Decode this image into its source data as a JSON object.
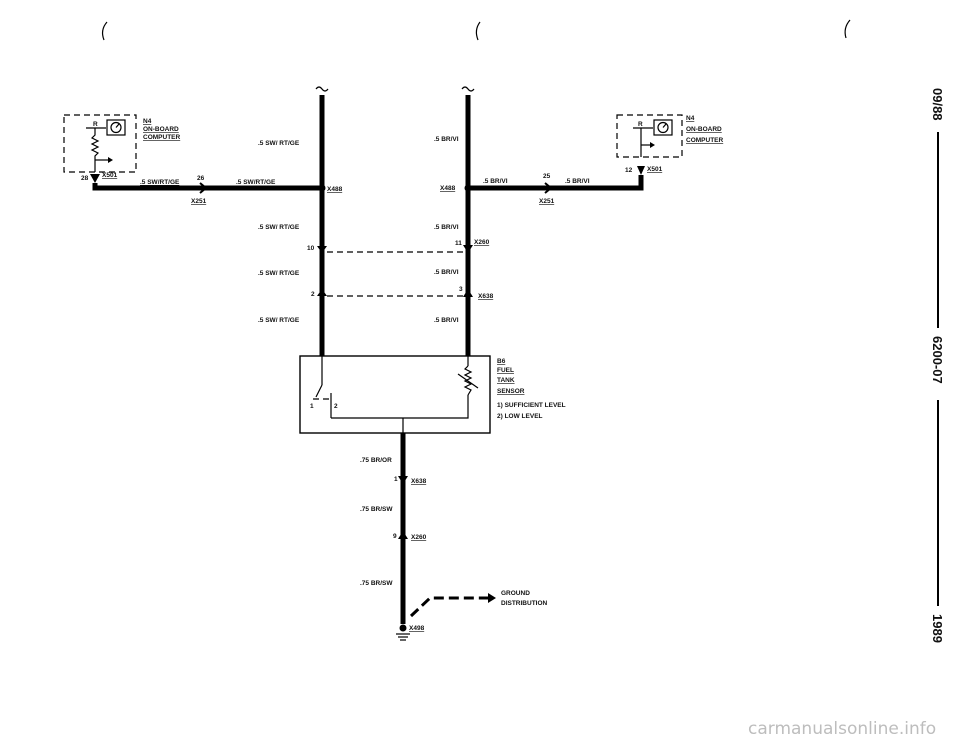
{
  "side_margin": {
    "rev_date": "09/88",
    "doc_number": "6200-07",
    "model_year": "1989"
  },
  "computer_left": {
    "id": "N4",
    "line1": "ON-BOARD",
    "line2": "COMPUTER",
    "pin_r": "R",
    "pin_num": "28",
    "connector": "X501"
  },
  "computer_right": {
    "id": "N4",
    "line1": "ON-BOARD",
    "line2": "COMPUTER",
    "pin_r": "R",
    "pin_num": "12",
    "connector": "X501"
  },
  "left_harness": {
    "wire_a": ".5 SW/RT/GE",
    "pin_26": "26",
    "wire_b": ".5 SW/RT/GE",
    "conn_x251": "X251",
    "splice": "X488",
    "vert_top": ".5 SW/ RT/GE",
    "vert_2": ".5 SW/ RT/GE",
    "pin_10": "10",
    "vert_3": ".5 SW/ RT/GE",
    "pin_2": "2",
    "vert_4": ".5 SW/ RT/GE"
  },
  "right_harness": {
    "vert_top": ".5 BR/VI",
    "splice": "X488",
    "wire_a": ".5 BR/VI",
    "pin_25": "25",
    "wire_b": ".5 BR/VI",
    "conn_x251": "X251",
    "vert_2": ".5 BR/VI",
    "pin_11": "11",
    "conn_x260": "X260",
    "vert_3": ".5 BR/VI",
    "pin_3": "3",
    "conn_x638": "X638",
    "vert_4": ".5 BR/VI"
  },
  "sensor": {
    "id": "B6",
    "line1": "FUEL",
    "line2": "TANK",
    "line3": "SENSOR",
    "note1": "1) SUFFICIENT LEVEL",
    "note2": "2) LOW LEVEL",
    "switch_1": "1",
    "switch_2": "2"
  },
  "ground_harness": {
    "wire_1": ".75 BR/OR",
    "pin_1": "1",
    "conn_x638": "X638",
    "wire_2": ".75 BR/SW",
    "pin_9": "9",
    "conn_x260": "X260",
    "wire_3": ".75 BR/SW",
    "ground_label1": "GROUND",
    "ground_label2": "DISTRIBUTION",
    "ground_conn": "X498"
  },
  "watermark": "carmanualsonline.info"
}
